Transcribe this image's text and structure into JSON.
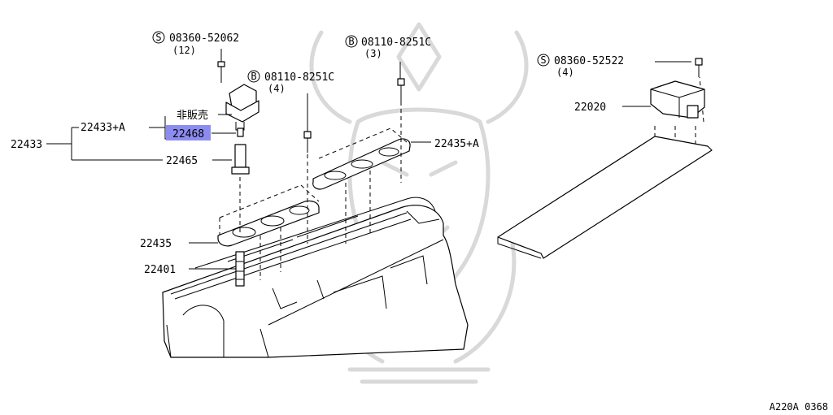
{
  "callouts": {
    "c_08360_52062": {
      "symbol": "S",
      "number": "08360-52062",
      "qty": "(12)"
    },
    "c_08110_8251c_4": {
      "symbol": "B",
      "number": "08110-8251C",
      "qty": "(4)"
    },
    "c_08110_8251c_3": {
      "symbol": "B",
      "number": "08110-8251C",
      "qty": "(3)"
    },
    "c_08360_52522": {
      "symbol": "S",
      "number": "08360-52522",
      "qty": "(4)"
    }
  },
  "parts": {
    "p_22433_a": "22433+A",
    "p_22433": "22433",
    "p_not_for_sale": "非販売",
    "p_22468": "22468",
    "p_22465": "22465",
    "p_22435_a": "22435+A",
    "p_22435": "22435",
    "p_22401": "22401",
    "p_22020": "22020"
  },
  "highlight_color": "#8c8cf0",
  "footer": {
    "reference": "A220A 0368"
  }
}
